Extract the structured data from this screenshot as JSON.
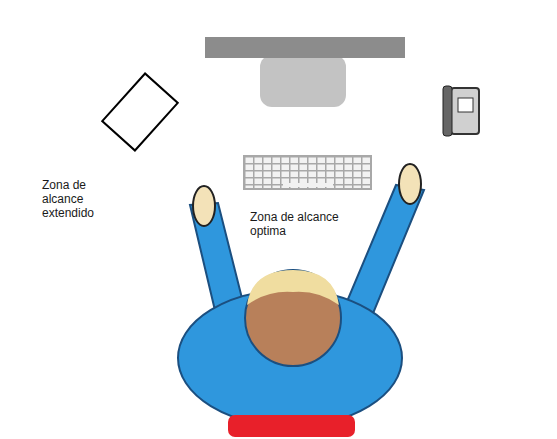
{
  "diagram": {
    "nodes": [
      {
        "text": [
          "Zona de alcance extendido"
        ]
      },
      {
        "text": [
          "Zona de alcance optima"
        ],
        "in": 0
      }
    ]
  }
}
